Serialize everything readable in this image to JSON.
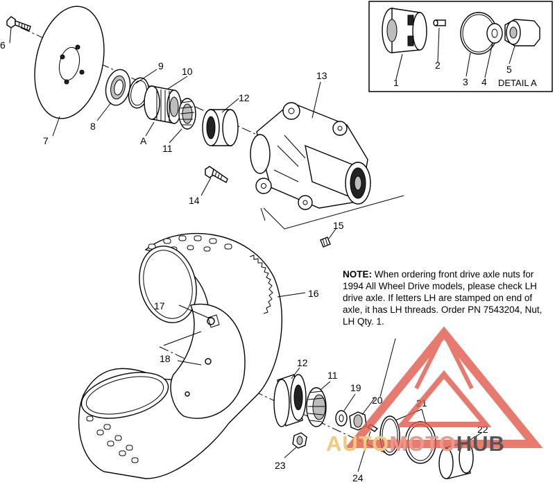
{
  "callouts": {
    "c1": "1",
    "c2": "2",
    "c3": "3",
    "c4": "4",
    "c5": "5",
    "c6": "6",
    "c7": "7",
    "c8": "8",
    "c9": "9",
    "c10": "10",
    "c11a": "11",
    "c11b": "11",
    "c12a": "12",
    "c12b": "12",
    "c13": "13",
    "c14": "14",
    "c15": "15",
    "c16": "16",
    "c17": "17",
    "c18": "18",
    "c19": "19",
    "c20": "20",
    "c21": "21",
    "c22": "22",
    "c23": "23",
    "c24": "24",
    "cA": "A"
  },
  "detail": {
    "label": "DETAIL A"
  },
  "note": {
    "heading": "NOTE:",
    "body": " When ordering front drive axle nuts for 1994 All Wheel Drive models, please check LH drive axle.  If letters LH are stamped on end of axle, it has LH threads. Order PN 7543204, Nut, LH Qty. 1."
  },
  "watermark": {
    "part1": "AUTO",
    "part2": "MOTO",
    "part3": "HUB",
    "colors": {
      "auto": "#f2c97d",
      "moto": "#e89a8e",
      "hub": "#555555",
      "triangle": "#e05a4a"
    }
  }
}
